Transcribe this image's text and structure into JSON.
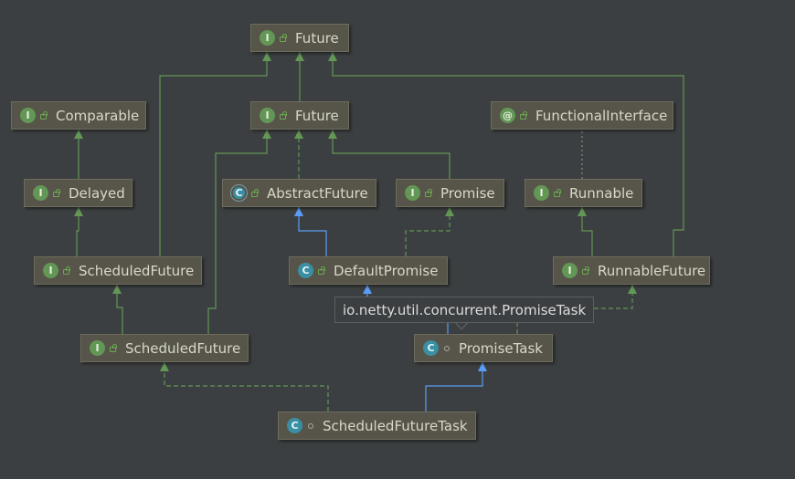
{
  "colors": {
    "background": "#3c3f41",
    "node_fill": "#57554a",
    "interface_edge": "#629755",
    "class_edge": "#589df6",
    "annotation_edge": "#8a8a7a"
  },
  "nodes": [
    {
      "id": "future_root",
      "label": "Future",
      "kind": "interface",
      "visibility": "public"
    },
    {
      "id": "comparable",
      "label": "Comparable",
      "kind": "interface",
      "visibility": "public"
    },
    {
      "id": "future_netty",
      "label": "Future",
      "kind": "interface",
      "visibility": "public"
    },
    {
      "id": "functional_interface",
      "label": "FunctionalInterface",
      "kind": "annotation",
      "visibility": "public"
    },
    {
      "id": "delayed",
      "label": "Delayed",
      "kind": "interface",
      "visibility": "public"
    },
    {
      "id": "abstract_future",
      "label": "AbstractFuture",
      "kind": "abstract-class",
      "visibility": "public"
    },
    {
      "id": "promise",
      "label": "Promise",
      "kind": "interface",
      "visibility": "public"
    },
    {
      "id": "runnable",
      "label": "Runnable",
      "kind": "interface",
      "visibility": "public"
    },
    {
      "id": "scheduled_future_jdk",
      "label": "ScheduledFuture",
      "kind": "interface",
      "visibility": "public"
    },
    {
      "id": "default_promise",
      "label": "DefaultPromise",
      "kind": "class",
      "visibility": "public"
    },
    {
      "id": "runnable_future",
      "label": "RunnableFuture",
      "kind": "interface",
      "visibility": "public"
    },
    {
      "id": "scheduled_future_netty",
      "label": "ScheduledFuture",
      "kind": "interface",
      "visibility": "public"
    },
    {
      "id": "promise_task",
      "label": "PromiseTask",
      "kind": "class",
      "visibility": "package"
    },
    {
      "id": "scheduled_future_task",
      "label": "ScheduledFutureTask",
      "kind": "class",
      "visibility": "package"
    }
  ],
  "edges": [
    {
      "from": "future_netty",
      "to": "future_root",
      "type": "extends-interface"
    },
    {
      "from": "scheduled_future_jdk",
      "to": "future_root",
      "type": "extends-interface"
    },
    {
      "from": "runnable_future",
      "to": "future_root",
      "type": "extends-interface"
    },
    {
      "from": "delayed",
      "to": "comparable",
      "type": "extends-interface"
    },
    {
      "from": "scheduled_future_jdk",
      "to": "delayed",
      "type": "extends-interface"
    },
    {
      "from": "abstract_future",
      "to": "future_netty",
      "type": "implements"
    },
    {
      "from": "promise",
      "to": "future_netty",
      "type": "extends-interface"
    },
    {
      "from": "scheduled_future_netty",
      "to": "future_netty",
      "type": "extends-interface"
    },
    {
      "from": "runnable",
      "to": "functional_interface",
      "type": "annotated"
    },
    {
      "from": "default_promise",
      "to": "abstract_future",
      "type": "extends-class"
    },
    {
      "from": "default_promise",
      "to": "promise",
      "type": "implements"
    },
    {
      "from": "runnable_future",
      "to": "runnable",
      "type": "extends-interface"
    },
    {
      "from": "scheduled_future_netty",
      "to": "scheduled_future_jdk",
      "type": "extends-interface"
    },
    {
      "from": "promise_task",
      "to": "default_promise",
      "type": "extends-class"
    },
    {
      "from": "promise_task",
      "to": "runnable_future",
      "type": "implements"
    },
    {
      "from": "scheduled_future_task",
      "to": "promise_task",
      "type": "extends-class"
    },
    {
      "from": "scheduled_future_task",
      "to": "scheduled_future_netty",
      "type": "implements"
    }
  ],
  "tooltip": {
    "text": "io.netty.util.concurrent.PromiseTask"
  }
}
